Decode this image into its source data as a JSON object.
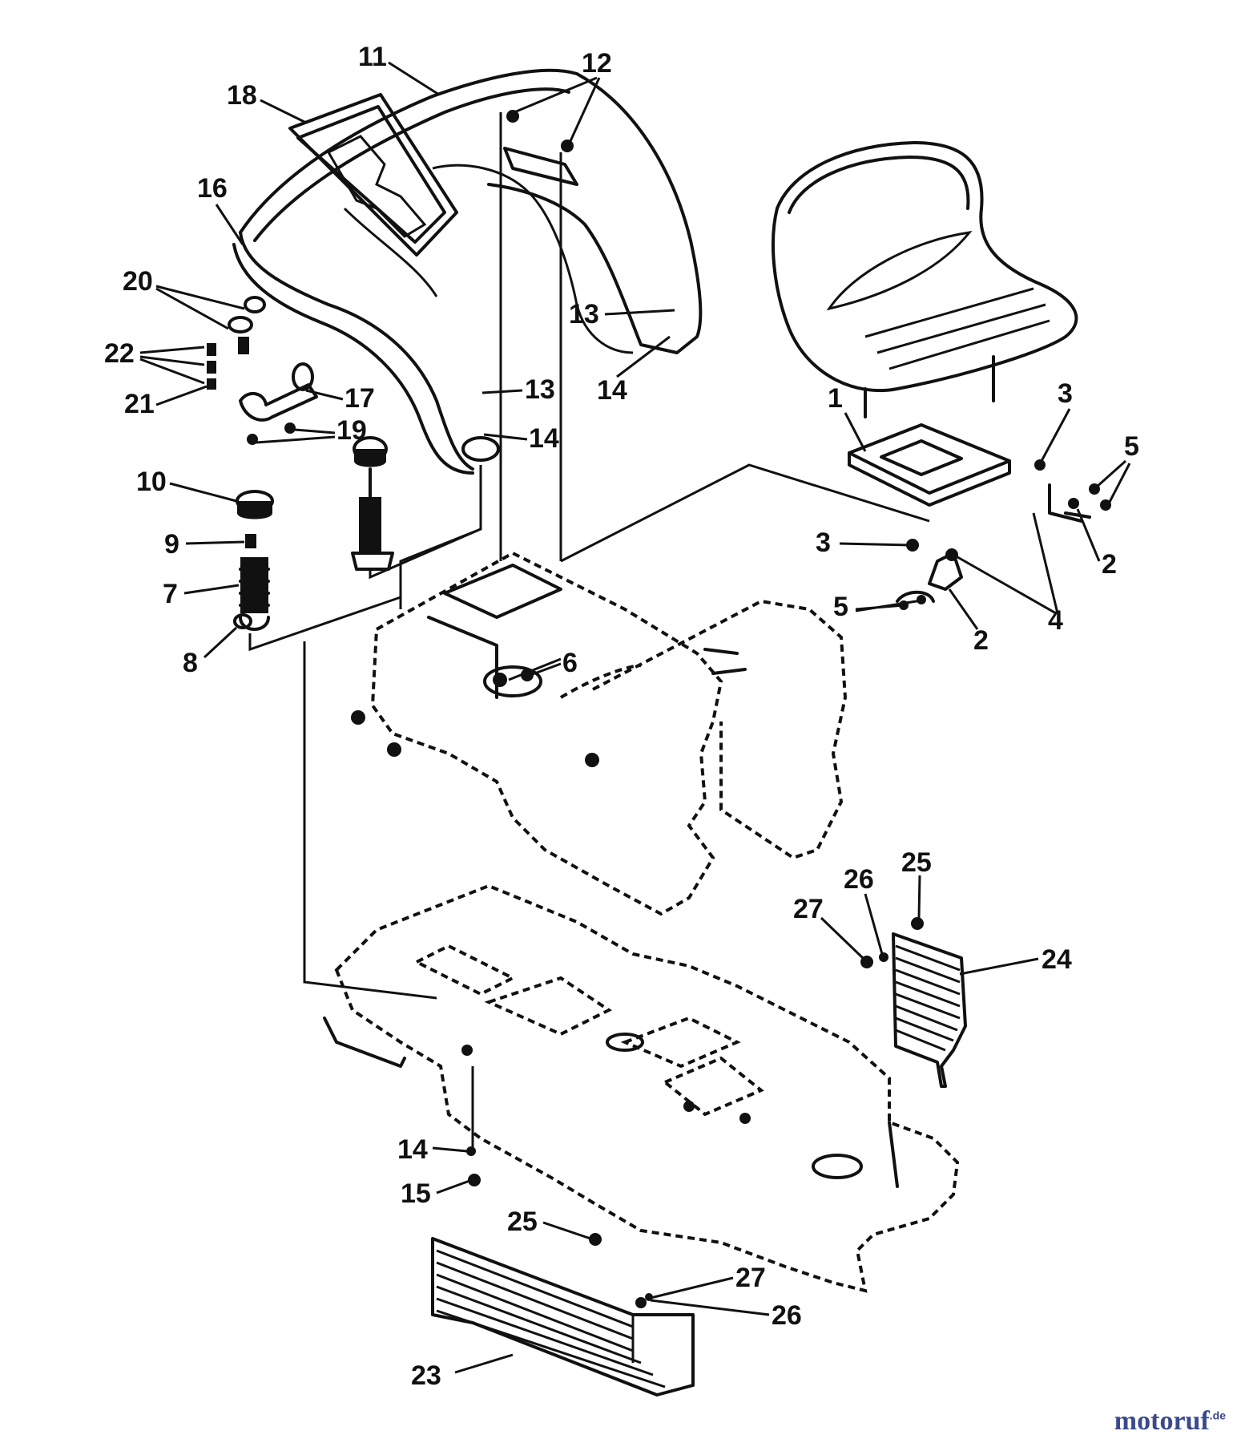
{
  "diagram": {
    "callouts": [
      {
        "id": "c11",
        "label": "11"
      },
      {
        "id": "c12",
        "label": "12"
      },
      {
        "id": "c18",
        "label": "18"
      },
      {
        "id": "c16",
        "label": "16"
      },
      {
        "id": "c20",
        "label": "20"
      },
      {
        "id": "c22",
        "label": "22"
      },
      {
        "id": "c21",
        "label": "21"
      },
      {
        "id": "c17",
        "label": "17"
      },
      {
        "id": "c19",
        "label": "19"
      },
      {
        "id": "c13a",
        "label": "13"
      },
      {
        "id": "c14a",
        "label": "14"
      },
      {
        "id": "c13b",
        "label": "13"
      },
      {
        "id": "c14b",
        "label": "14"
      },
      {
        "id": "c10",
        "label": "10"
      },
      {
        "id": "c9",
        "label": "9"
      },
      {
        "id": "c7",
        "label": "7"
      },
      {
        "id": "c8",
        "label": "8"
      },
      {
        "id": "c6",
        "label": "6"
      },
      {
        "id": "c1",
        "label": "1"
      },
      {
        "id": "c3a",
        "label": "3"
      },
      {
        "id": "c5a",
        "label": "5"
      },
      {
        "id": "c2a",
        "label": "2"
      },
      {
        "id": "c3b",
        "label": "3"
      },
      {
        "id": "c4",
        "label": "4"
      },
      {
        "id": "c5b",
        "label": "5"
      },
      {
        "id": "c2b",
        "label": "2"
      },
      {
        "id": "c25a",
        "label": "25"
      },
      {
        "id": "c26a",
        "label": "26"
      },
      {
        "id": "c27a",
        "label": "27"
      },
      {
        "id": "c24",
        "label": "24"
      },
      {
        "id": "c14c",
        "label": "14"
      },
      {
        "id": "c15",
        "label": "15"
      },
      {
        "id": "c25b",
        "label": "25"
      },
      {
        "id": "c27b",
        "label": "27"
      },
      {
        "id": "c26b",
        "label": "26"
      },
      {
        "id": "c23",
        "label": "23"
      }
    ]
  },
  "watermark": {
    "text": "motoruf",
    "suffix": ".de"
  }
}
